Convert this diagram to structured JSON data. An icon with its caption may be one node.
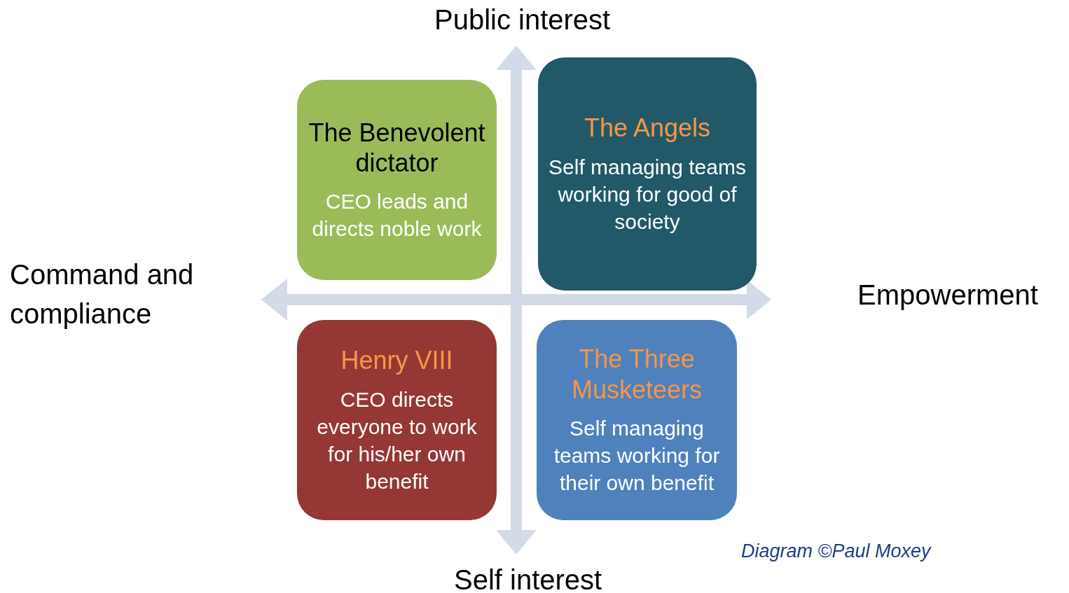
{
  "diagram": {
    "caption": "Diagram ©Paul Moxey",
    "nodes": [
      {
        "text": [
          "The Benevolent dictator",
          "CEO leads and directs noble work"
        ]
      },
      {
        "text": [
          "The Angels",
          "Self managing teams working for good of society"
        ]
      },
      {
        "text": [
          "Henry VIII",
          "CEO directs everyone to work for his/her own benefit"
        ]
      },
      {
        "text": [
          "The Three Musketeers",
          "Self managing teams working for their own benefit"
        ]
      }
    ],
    "labels": [
      "Public interest",
      "Command and compliance",
      "Empowerment",
      "Self interest"
    ]
  }
}
